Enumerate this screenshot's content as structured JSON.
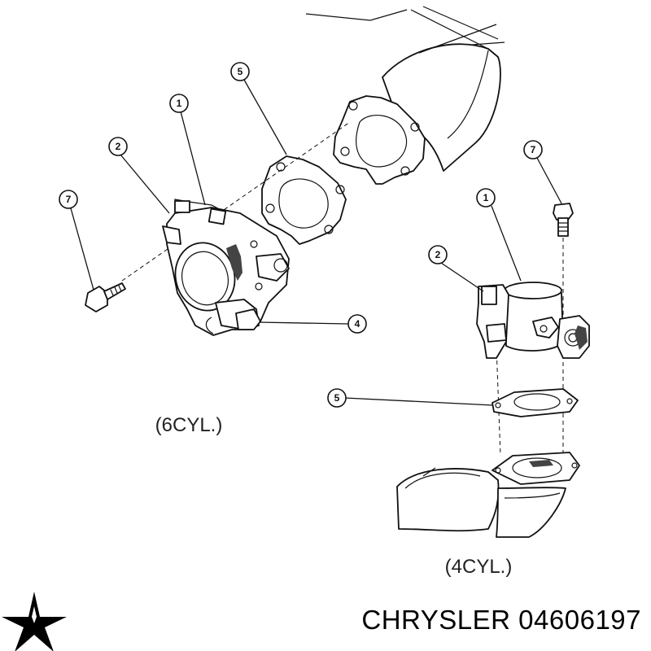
{
  "diagram": {
    "callouts": [
      {
        "id": "c1a",
        "label": "1"
      },
      {
        "id": "c2a",
        "label": "2"
      },
      {
        "id": "c7a",
        "label": "7"
      },
      {
        "id": "c5a",
        "label": "5"
      },
      {
        "id": "c4a",
        "label": "4"
      },
      {
        "id": "c7b",
        "label": "7"
      },
      {
        "id": "c1b",
        "label": "1"
      },
      {
        "id": "c2b",
        "label": "2"
      },
      {
        "id": "c5b",
        "label": "5"
      }
    ],
    "labels": {
      "six_cyl": "(6CYL.)",
      "four_cyl": "(4CYL.)"
    }
  },
  "footer": {
    "logo": "chrysler-pentastar-logo",
    "brand_part_number": "CHRYSLER 04606197"
  }
}
